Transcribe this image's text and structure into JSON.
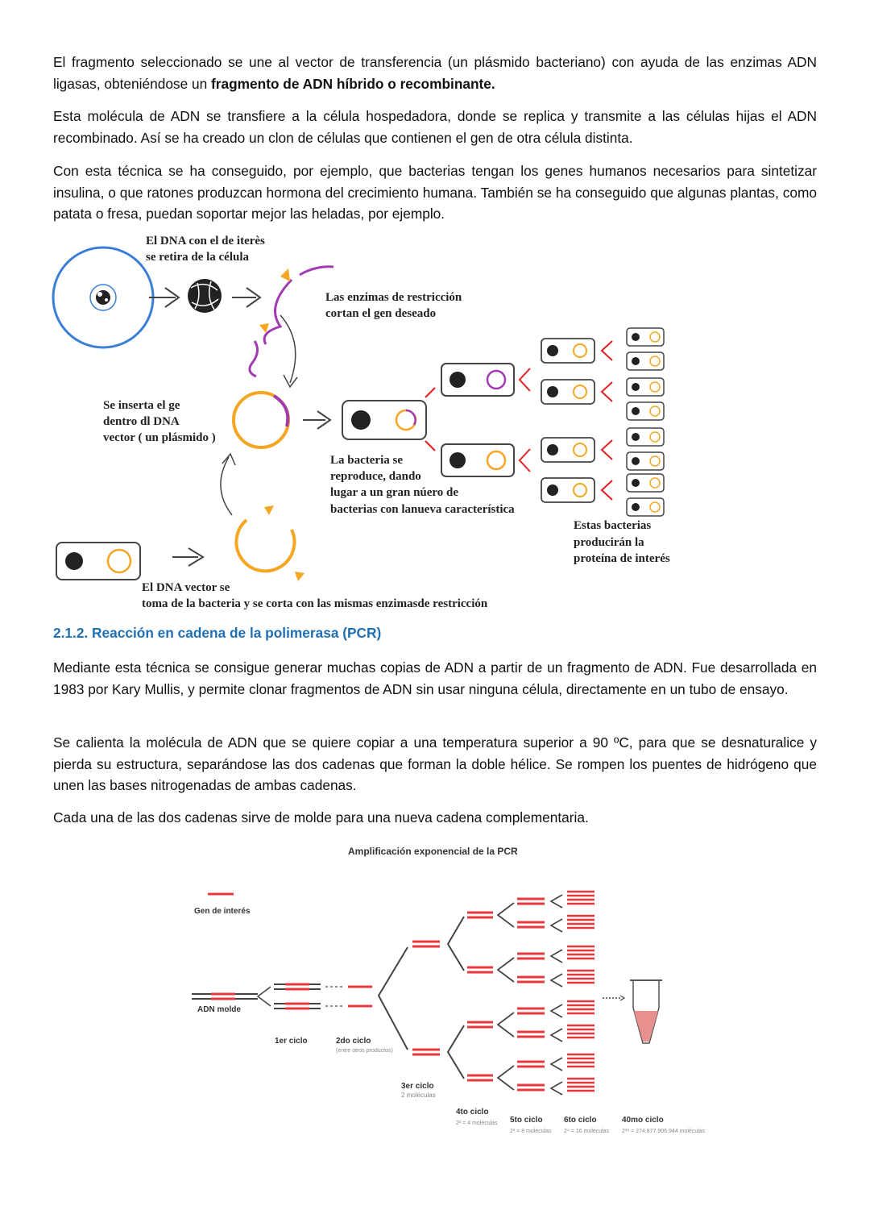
{
  "paragraphs": {
    "p1_before": "El fragmento seleccionado se une al vector de transferencia (un plásmido bacteriano) con ayuda de las enzimas ADN ligasas, obteniéndose un ",
    "p1_bold": "fragmento de ADN híbrido o recombinante.",
    "p2": "Esta molécula de ADN se transfiere a la célula hospedadora, donde se replica y transmite a las células hijas el ADN recombinado. Así se ha creado un clon de células que contienen el gen de otra célula distinta.",
    "p3": "Con esta técnica se ha conseguido, por ejemplo, que bacterias tengan los genes humanos necesarios para sintetizar insulina, o que ratones produzcan hormona del crecimiento humana. También se ha conseguido que algunas plantas, como patata o fresa, puedan soportar mejor las heladas, por ejemplo.",
    "p4": "Mediante esta técnica se consigue generar muchas copias de ADN a partir de un fragmento de ADN. Fue desarrollada en 1983 por Kary Mullis, y permite clonar fragmentos de ADN sin usar ninguna célula, directamente en un tubo de ensayo.",
    "p5": "Se calienta la molécula de ADN que se quiere copiar a una temperatura superior a 90 ºC, para que se desnaturalice y pierda su estructura, separándose las dos cadenas que forman la doble hélice. Se rompen los puentes de hidrógeno que unen las bases nitrogenadas de ambas cadenas.",
    "p6": "Cada una de las dos cadenas sirve de molde para una nueva cadena complementaria."
  },
  "section_heading": "2.1.2. Reacción en cadena de la polimerasa (PCR)",
  "recombinant_diagram": {
    "label_extract_1": "El DNA con el de iterès",
    "label_extract_2": "se retira de la célula",
    "label_enzymes_1": "Las enzimas de restricción",
    "label_enzymes_2": "cortan el gen deseado",
    "label_insert_1": "Se inserta el ge",
    "label_insert_2": "dentro dl DNA",
    "label_insert_3": "vector ( un plásmido )",
    "label_reproduce_1": "La bacteria se",
    "label_reproduce_2": "reproduce, dando",
    "label_reproduce_3": "lugar a un gran núero de",
    "label_reproduce_4": "bacterias con lanueva característica",
    "label_produce_1": "Estas bacterias",
    "label_produce_2": "producirán la",
    "label_produce_3": "proteína de interés",
    "label_vector_1": "El DNA vector se",
    "label_vector_2": "toma de la bacteria y se corta con las mismas enzimasde restricción",
    "colors": {
      "cell": "#3a7fd5",
      "gene": "#a03cb0",
      "plasmid": "#f5a623",
      "cut": "#e02020"
    }
  },
  "pcr_diagram": {
    "title": "Amplificación exponencial de la PCR",
    "legend_gene": "Gen de interés",
    "label_template": "ADN molde",
    "cycle1": "1er ciclo",
    "cycle2": "2do ciclo",
    "cycle2_note": "(entre otros productos)",
    "cycle3": "3er ciclo",
    "cycle3_note": "2 moléculas",
    "cycle4": "4to ciclo",
    "cycle4_note": "2² = 4 moléculas",
    "cycle5": "5to ciclo",
    "cycle5_note": "2³ = 8 moléculas",
    "cycle6": "6to ciclo",
    "cycle6_note": "2⁴ = 16 moléculas",
    "cycle40": "40mo ciclo",
    "cycle40_note": "2³⁸ = 274.877.906.944 moléculas",
    "colors": {
      "gene": "#e8383d",
      "strand": "#444444",
      "tube_fill": "#e89090"
    }
  }
}
